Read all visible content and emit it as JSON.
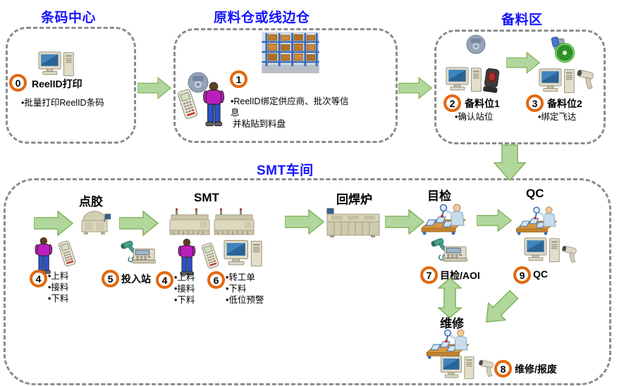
{
  "titles": {
    "barcode_center": "条码中心",
    "raw_warehouse": "原料仓或线边仓",
    "staging_area": "备料区",
    "smt_workshop": "SMT车间"
  },
  "stations": {
    "dispensing": "点胶",
    "smt": "SMT",
    "reflow": "回焊炉",
    "inspection": "目检",
    "qc": "QC",
    "repair": "维修"
  },
  "steps": {
    "s0": {
      "num": "0",
      "label": "ReelID打印",
      "lines": [
        "•批量打印ReelID条码"
      ]
    },
    "s1": {
      "num": "1",
      "lines": [
        "•ReelID绑定供应商、批次等信",
        "息",
        "并粘贴到料盘"
      ]
    },
    "s2": {
      "num": "2",
      "label": "备料位1",
      "lines": [
        "•确认站位"
      ]
    },
    "s3": {
      "num": "3",
      "label": "备料位2",
      "lines": [
        "•绑定飞达"
      ]
    },
    "s4a": {
      "num": "4",
      "lines": [
        "•上料",
        "•接料",
        "•下料"
      ]
    },
    "s5": {
      "num": "5",
      "label": "投入站"
    },
    "s4b": {
      "num": "4",
      "lines": [
        "•上料",
        "•接料",
        "•下料"
      ]
    },
    "s6": {
      "num": "6",
      "lines": [
        "•转工单",
        "•下料",
        "•低位预警"
      ]
    },
    "s7": {
      "num": "7",
      "label": "目检/AOI"
    },
    "s9": {
      "num": "9",
      "label": "QC"
    },
    "s8": {
      "num": "8",
      "label": "维修/报废"
    }
  },
  "icons": {
    "computer": "desktop computer",
    "reel": "component reel",
    "person": "operator",
    "handheld": "handheld terminal",
    "warehouse": "warehouse racks photo",
    "scanner_fixed": "presentation barcode scanner",
    "scanner_gun": "handheld barcode scanner gun",
    "feeder": "feeder with green reel",
    "dispenser": "glue dispensing machine",
    "smt_machine": "SMT placement machine",
    "reflow_oven": "reflow oven",
    "inspect_station": "inspection conveyor station",
    "scanner_terminal": "scanner with data terminal"
  },
  "colors": {
    "title_blue": "#1414ff",
    "badge_ring_orange": "#e3670e",
    "arrow_fill": "#b2d79c",
    "arrow_stroke": "#82b661",
    "box_border_gray": "#8c8c8c"
  }
}
